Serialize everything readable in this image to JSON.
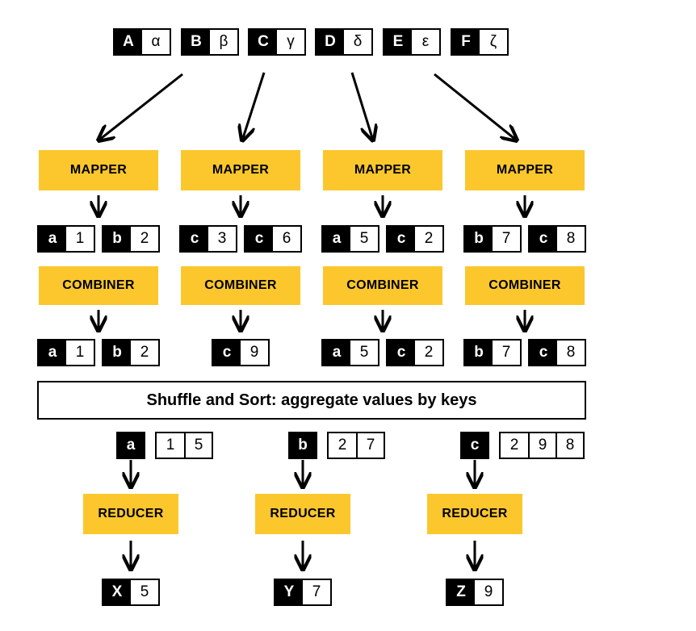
{
  "inputs": [
    {
      "key": "A",
      "value": "α"
    },
    {
      "key": "B",
      "value": "β"
    },
    {
      "key": "C",
      "value": "γ"
    },
    {
      "key": "D",
      "value": "δ"
    },
    {
      "key": "E",
      "value": "ε"
    },
    {
      "key": "F",
      "value": "ζ"
    }
  ],
  "mappers": [
    "MAPPER",
    "MAPPER",
    "MAPPER",
    "MAPPER"
  ],
  "mapper_outputs": [
    [
      {
        "key": "a",
        "value": "1"
      },
      {
        "key": "b",
        "value": "2"
      }
    ],
    [
      {
        "key": "c",
        "value": "3"
      },
      {
        "key": "c",
        "value": "6"
      }
    ],
    [
      {
        "key": "a",
        "value": "5"
      },
      {
        "key": "c",
        "value": "2"
      }
    ],
    [
      {
        "key": "b",
        "value": "7"
      },
      {
        "key": "c",
        "value": "8"
      }
    ]
  ],
  "combiners": [
    "COMBINER",
    "COMBINER",
    "COMBINER",
    "COMBINER"
  ],
  "combiner_outputs": [
    [
      {
        "key": "a",
        "value": "1"
      },
      {
        "key": "b",
        "value": "2"
      }
    ],
    [
      {
        "key": "c",
        "value": "9"
      }
    ],
    [
      {
        "key": "a",
        "value": "5"
      },
      {
        "key": "c",
        "value": "2"
      }
    ],
    [
      {
        "key": "b",
        "value": "7"
      },
      {
        "key": "c",
        "value": "8"
      }
    ]
  ],
  "shuffle_label": "Shuffle and Sort: aggregate values by keys",
  "groups": [
    {
      "key": "a",
      "values": [
        "1",
        "5"
      ]
    },
    {
      "key": "b",
      "values": [
        "2",
        "7"
      ]
    },
    {
      "key": "c",
      "values": [
        "2",
        "9",
        "8"
      ]
    }
  ],
  "reducers": [
    "REDUCER",
    "REDUCER",
    "REDUCER"
  ],
  "outputs": [
    {
      "key": "X",
      "value": "5"
    },
    {
      "key": "Y",
      "value": "7"
    },
    {
      "key": "Z",
      "value": "9"
    }
  ]
}
